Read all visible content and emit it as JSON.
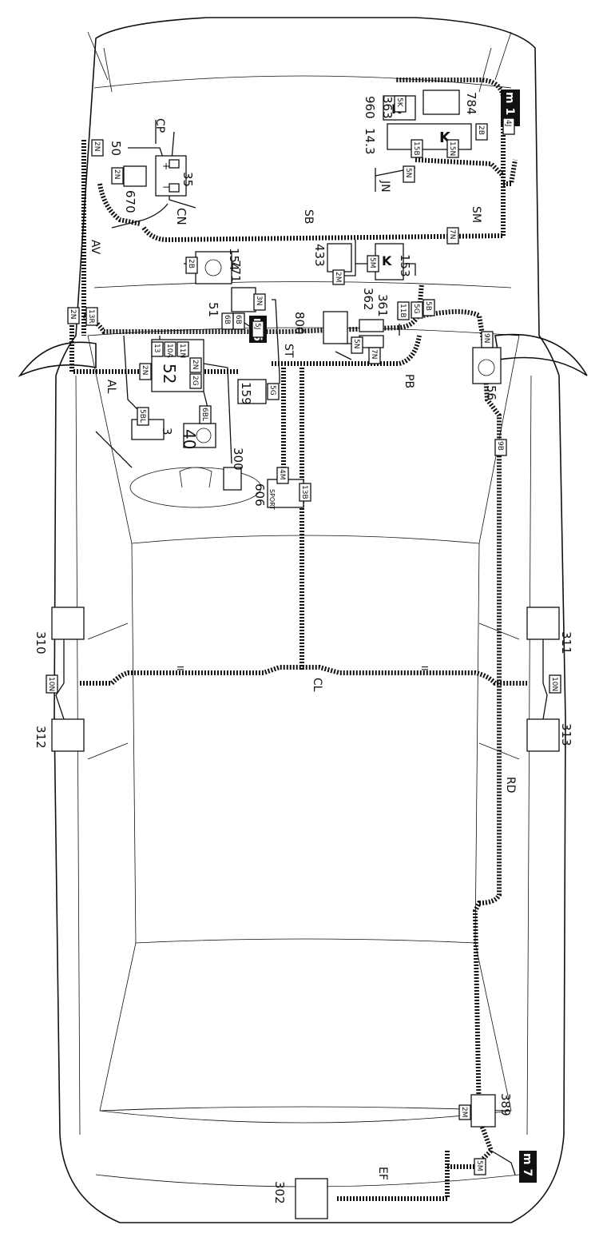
{
  "diagram": {
    "markers": [
      "m 1",
      "m 5",
      "m 7"
    ],
    "components": [
      "960",
      "363",
      "784",
      "14.3",
      "35",
      "50",
      "670",
      "CN",
      "154",
      "433",
      "153",
      "771",
      "51",
      "361",
      "362",
      "800",
      "52",
      "159",
      "3",
      "40",
      "300",
      "606",
      "56",
      "310",
      "312",
      "311",
      "313",
      "389",
      "302"
    ],
    "harness_labels": [
      "CP",
      "SB",
      "SM",
      "AV",
      "JN",
      "ST",
      "PB",
      "AL",
      "CL",
      "RD",
      "EF"
    ],
    "connectors": [
      "2N",
      "2N",
      "5K",
      "15B",
      "15N",
      "5N",
      "2B",
      "4J",
      "7N",
      "2B",
      "5M",
      "2M",
      "3N",
      "6B",
      "6B",
      "5J",
      "11B",
      "5G",
      "5B",
      "5N",
      "7N",
      "2N",
      "13R",
      "13",
      "10A",
      "11N",
      "2N",
      "2N",
      "2G",
      "5G",
      "5BL",
      "6BL",
      "4M",
      "13B",
      "9N",
      "9B",
      "10N",
      "10N",
      "2M",
      "5M"
    ],
    "misc_text": [
      "SPORT",
      "II",
      "II"
    ]
  }
}
